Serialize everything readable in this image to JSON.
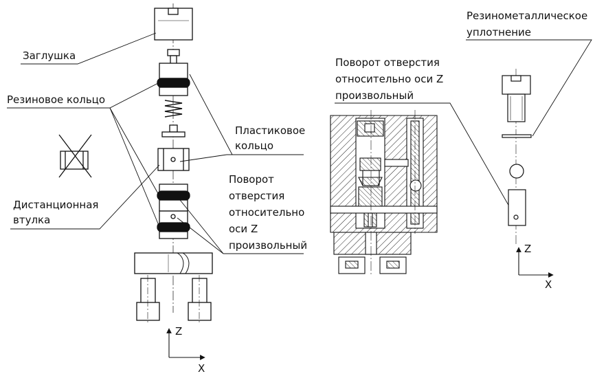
{
  "labels": {
    "plug": "Заглушка",
    "rubber_ring": "Резиновое кольцо",
    "plastic_ring_1": "Пластиковое",
    "plastic_ring_2": "кольцо",
    "spacer_1": "Дистанционная",
    "spacer_2": "втулка",
    "rotation_left_1": "Поворот",
    "rotation_left_2": "отверстия",
    "rotation_left_3": "относительно",
    "rotation_left_4": "оси Z",
    "rotation_left_5": "произвольный",
    "rotation_mid_1": "Поворот отверстия",
    "rotation_mid_2": "относительно оси Z",
    "rotation_mid_3": "произвольный",
    "rubber_metal_1": "Резинометаллическое",
    "rubber_metal_2": "уплотнение"
  },
  "axes": {
    "z": "Z",
    "x": "X"
  }
}
